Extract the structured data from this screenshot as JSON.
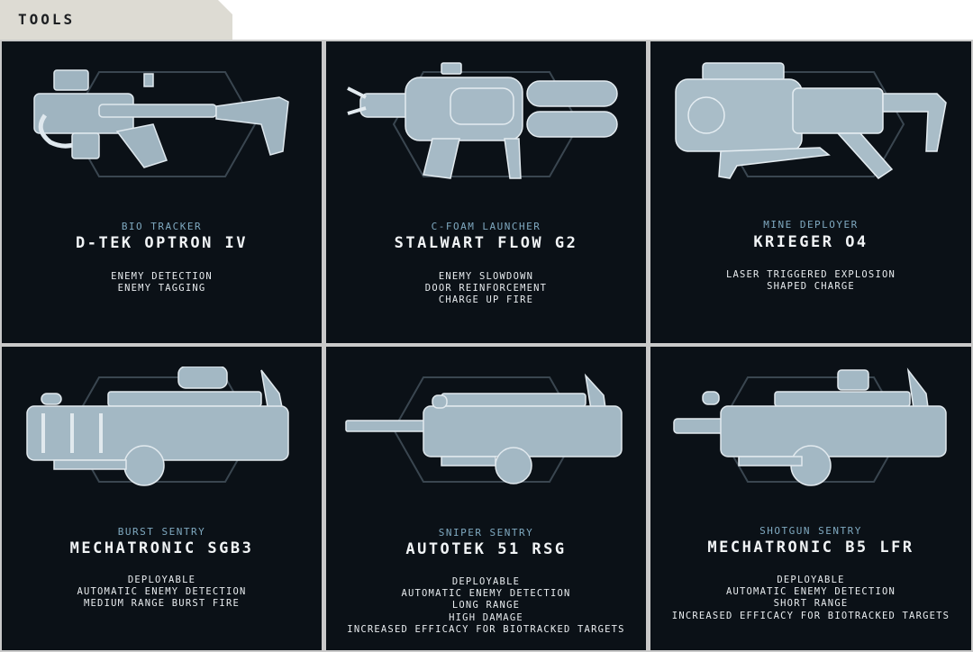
{
  "header": {
    "tab_label": "TOOLS"
  },
  "tools": [
    {
      "category": "BIO TRACKER",
      "name": "D-TEK OPTRON IV",
      "features": [
        "ENEMY DETECTION",
        "ENEMY TAGGING"
      ],
      "icon": "bio-tracker-icon"
    },
    {
      "category": "C-FOAM LAUNCHER",
      "name": "STALWART FLOW G2",
      "features": [
        "ENEMY SLOWDOWN",
        "DOOR REINFORCEMENT",
        "CHARGE UP FIRE"
      ],
      "icon": "foam-launcher-icon"
    },
    {
      "category": "MINE DEPLOYER",
      "name": "KRIEGER O4",
      "features": [
        "LASER TRIGGERED EXPLOSION",
        "SHAPED CHARGE"
      ],
      "icon": "mine-deployer-icon"
    },
    {
      "category": "BURST SENTRY",
      "name": "MECHATRONIC SGB3",
      "features": [
        "DEPLOYABLE",
        "AUTOMATIC ENEMY DETECTION",
        "MEDIUM RANGE BURST FIRE"
      ],
      "icon": "burst-sentry-icon"
    },
    {
      "category": "SNIPER SENTRY",
      "name": "AUTOTEK 51 RSG",
      "features": [
        "DEPLOYABLE",
        "AUTOMATIC ENEMY DETECTION",
        "LONG RANGE",
        "HIGH DAMAGE",
        "INCREASED EFFICACY FOR BIOTRACKED TARGETS"
      ],
      "icon": "sniper-sentry-icon"
    },
    {
      "category": "SHOTGUN SENTRY",
      "name": "MECHATRONIC B5 LFR",
      "features": [
        "DEPLOYABLE",
        "AUTOMATIC ENEMY DETECTION",
        "SHORT RANGE",
        "INCREASED EFFICACY FOR BIOTRACKED TARGETS"
      ],
      "icon": "shotgun-sentry-icon"
    }
  ],
  "colors": {
    "panel_bg": "#0b1117",
    "grid_line": "#c9c9c9",
    "category_text": "#7fa9c0",
    "title_text": "#f1f4f6",
    "tab_bg": "#dddbd3"
  }
}
